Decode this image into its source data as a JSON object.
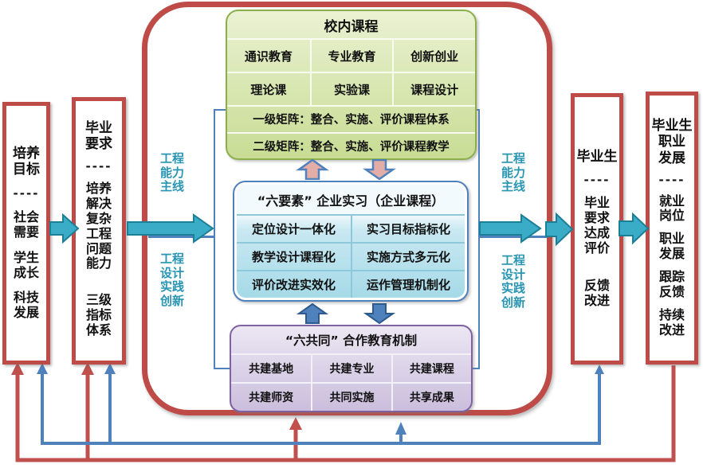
{
  "colors": {
    "frame_red": "#BE4B48",
    "teal": "#2795B3",
    "teal_arrow_fill": "#3AACC8",
    "blue": "#4F81BD",
    "salmon_arrow_fill": "#E2ACA7",
    "green_border": "#8CAF4C",
    "purple_border": "#7E62A1"
  },
  "left_columns": [
    {
      "title": "培养\n目标",
      "divider": "----",
      "items": [
        "社会\n需要",
        "学生\n成长",
        "科技\n发展"
      ]
    },
    {
      "title": "毕业\n要求",
      "divider": "----",
      "items": [
        "培养\n解决\n复杂\n工程\n问题\n能力",
        "三级\n指标\n体系"
      ]
    }
  ],
  "right_columns": [
    {
      "title": "毕业生",
      "divider": "----",
      "items": [
        "毕业\n要求\n达成\n评价",
        "反馈\n改进"
      ]
    },
    {
      "title": "毕业生\n职业\n发展",
      "divider": "----",
      "items": [
        "就业\n岗位",
        "职业\n发展",
        "跟踪\n反馈",
        "持续\n改进"
      ]
    }
  ],
  "side_labels": {
    "main_line": "工程\n能力\n主线",
    "design_line": "工程\n设计\n实践\n创新"
  },
  "campus_courses": {
    "title": "校内课程",
    "row1": [
      "通识教育",
      "专业教育",
      "创新创业"
    ],
    "row2": [
      "理论课",
      "实验课",
      "课程设计"
    ],
    "matrix1": "一级矩阵：整合、实施、评价课程体系",
    "matrix2": "二级矩阵：整合、实施、评价课程教学"
  },
  "enterprise_internship": {
    "title": "“六要素” 企业实习（企业课程）",
    "cells": [
      "定位设计一体化",
      "实习目标指标化",
      "教学设计课程化",
      "实施方式多元化",
      "评价改进实效化",
      "运作管理机制化"
    ]
  },
  "cooperation_mechanism": {
    "title": "“六共同” 合作教育机制",
    "cells": [
      "共建基地",
      "共建专业",
      "共建课程",
      "共建师资",
      "共同实施",
      "共享成果"
    ]
  }
}
